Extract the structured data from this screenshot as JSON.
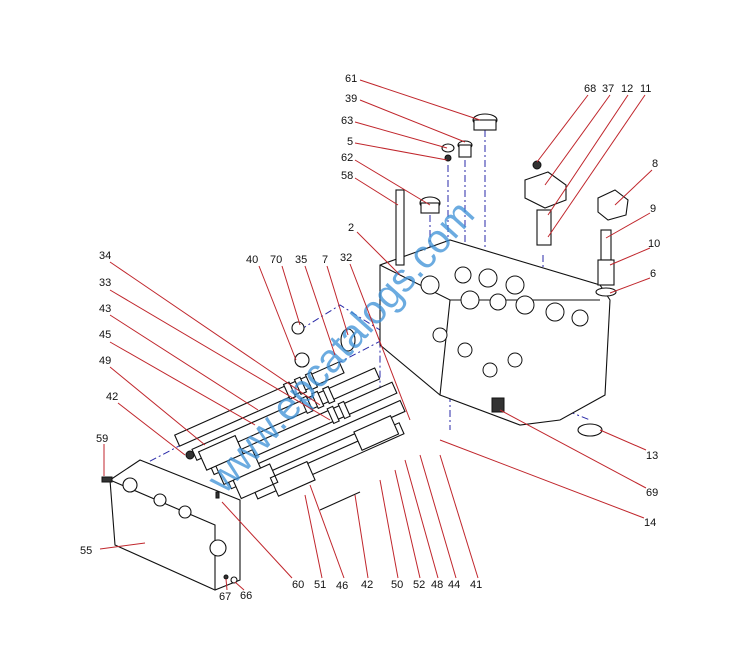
{
  "diagram": {
    "type": "exploded-parts-view",
    "watermark": "www.epcatalogs.com",
    "part_labels": [
      "61",
      "39",
      "63",
      "5",
      "62",
      "58",
      "2",
      "68",
      "37",
      "12",
      "11",
      "8",
      "9",
      "10",
      "6",
      "40",
      "70",
      "35",
      "7",
      "32",
      "34",
      "33",
      "43",
      "45",
      "49",
      "42",
      "59",
      "55",
      "60",
      "51",
      "46",
      "42",
      "50",
      "52",
      "48",
      "44",
      "41",
      "67",
      "66",
      "13",
      "69",
      "14"
    ]
  }
}
